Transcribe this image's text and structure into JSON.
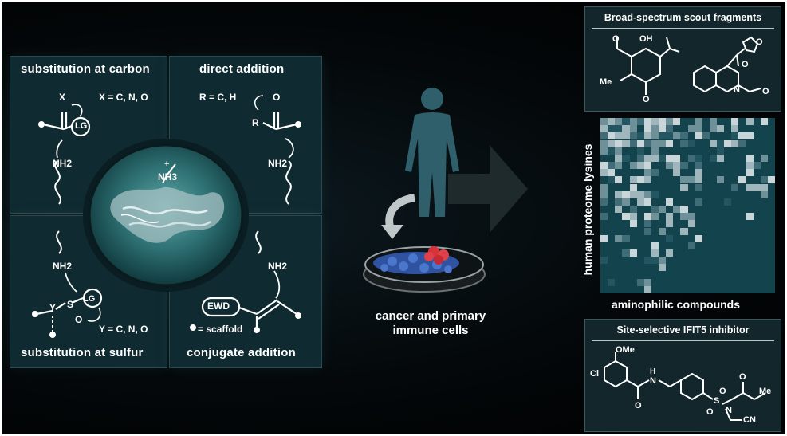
{
  "quadrants": {
    "top_left": {
      "title": "substitution at carbon",
      "formula": "X = C, N, O",
      "x_label": "X",
      "lg_label": "LG",
      "amine": "NH2"
    },
    "top_right": {
      "title": "direct addition",
      "formula": "R = C, H",
      "r_label": "R",
      "o_label": "O",
      "amine": "NH2"
    },
    "bottom_left": {
      "title": "substitution at sulfur",
      "formula": "Y = C, N, O",
      "y_label": "Y",
      "s_label": "S",
      "o_label": "O",
      "lg_label": "LG",
      "amine": "NH2"
    },
    "bottom_right": {
      "title": "conjugate addition",
      "ewd_label": "EWD",
      "scaffold_legend": "= scaffold",
      "amine": "NH2"
    }
  },
  "center": {
    "ammonium": "NH3",
    "charge": "+"
  },
  "middle": {
    "caption_line1": "cancer and primary",
    "caption_line2": "immune cells"
  },
  "scout_panel": {
    "title": "Broad-spectrum scout fragments",
    "mol1_labels": [
      "O",
      "OH",
      "Me",
      "O"
    ],
    "mol2_labels": [
      "O",
      "O",
      "N",
      "O"
    ]
  },
  "heatmap": {
    "y_axis_label": "human proteome lysines",
    "x_axis_label": "aminophilic compounds"
  },
  "inhibitor_panel": {
    "title": "Site-selective IFIT5 inhibitor",
    "labels": {
      "ome": "OMe",
      "cl": "Cl",
      "nh": "N",
      "h": "H",
      "o_amide": "O",
      "s": "S",
      "o1": "O",
      "o2": "O",
      "n": "N",
      "o_ket": "O",
      "me": "Me",
      "cn": "CN"
    }
  },
  "colors": {
    "quadrant_bg": "#0f2a30",
    "heat_light": "#c8d6da",
    "heat_dark": "#13444e",
    "red_cells": "#d8323c",
    "blue_cells": "#3a64b8"
  }
}
